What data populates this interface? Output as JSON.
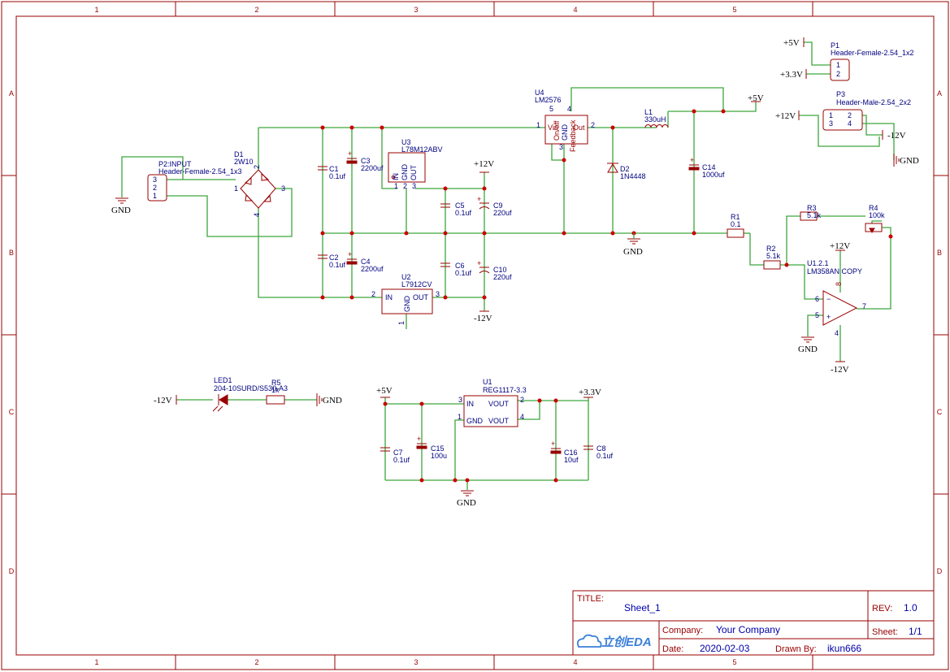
{
  "sheet": {
    "columns": [
      "1",
      "2",
      "3",
      "4",
      "5"
    ],
    "rows": [
      "A",
      "B",
      "C",
      "D"
    ]
  },
  "title_block": {
    "title_label": "TITLE:",
    "title_value": "Sheet_1",
    "rev_label": "REV:",
    "rev_value": "1.0",
    "company_label": "Company:",
    "company_value": "Your Company",
    "sheet_label": "Sheet:",
    "sheet_value": "1/1",
    "date_label": "Date:",
    "date_value": "2020-02-03",
    "drawn_label": "Drawn By:",
    "drawn_value": "ikun666",
    "logo_text": "立创EDA"
  },
  "components": {
    "p1": {
      "ref": "P1",
      "value": "Header-Female-2.54_1x2",
      "pins": [
        "1",
        "2"
      ]
    },
    "p2": {
      "ref": "P2:INPUT",
      "value": "Header-Female-2.54_1x3",
      "pins": [
        "3",
        "2",
        "1"
      ]
    },
    "p3": {
      "ref": "P3",
      "value": "Header-Male-2.54_2x2",
      "pins": [
        "1",
        "2",
        "3",
        "4"
      ]
    },
    "d1": {
      "ref": "D1",
      "value": "2W10",
      "pins": [
        "1",
        "2",
        "3",
        "4"
      ]
    },
    "c1": {
      "ref": "C1",
      "value": "0.1uf"
    },
    "c2": {
      "ref": "C2",
      "value": "0.1uf"
    },
    "c3": {
      "ref": "C3",
      "value": "2200uf"
    },
    "c4": {
      "ref": "C4",
      "value": "2200uf"
    },
    "c5": {
      "ref": "C5",
      "value": "0.1uf"
    },
    "c6": {
      "ref": "C6",
      "value": "0.1uf"
    },
    "c7": {
      "ref": "C7",
      "value": "0.1uf"
    },
    "c8": {
      "ref": "C8",
      "value": "0.1uf"
    },
    "c9": {
      "ref": "C9",
      "value": "220uf"
    },
    "c10": {
      "ref": "C10",
      "value": "220uf"
    },
    "c14": {
      "ref": "C14",
      "value": "1000uf"
    },
    "c15": {
      "ref": "C15",
      "value": "100u"
    },
    "c16": {
      "ref": "C16",
      "value": "10uf"
    },
    "u2": {
      "ref": "U2",
      "value": "L7912CV",
      "in": "IN",
      "gnd": "GND",
      "out": "OUT",
      "pin_in": "2",
      "pin_gnd": "1",
      "pin_out": "3"
    },
    "u3": {
      "ref": "U3",
      "value": "L78M12ABV",
      "in": "IN",
      "gnd": "GND",
      "out": "OUT",
      "pin_in": "1",
      "pin_gnd": "2",
      "pin_out": "3"
    },
    "u4": {
      "ref": "U4",
      "value": "LM2576",
      "vin": "Vin",
      "onoff": "On/off",
      "gnd": "GND",
      "feedback": "Feedback",
      "out": "Out",
      "pins": [
        "1",
        "5",
        "3",
        "4",
        "2"
      ]
    },
    "u1": {
      "ref": "U1",
      "value": "REG1117-3.3",
      "in": "IN",
      "gnd": "GND",
      "vout1": "VOUT",
      "vout2": "VOUT",
      "pins": [
        "3",
        "1",
        "2",
        "4"
      ]
    },
    "u121": {
      "ref": "U1.2.1",
      "value": "LM358AN COPY",
      "pins": [
        "6",
        "5",
        "7",
        "8",
        "4"
      ]
    },
    "l1": {
      "ref": "L1",
      "value": "330uH"
    },
    "d2": {
      "ref": "D2",
      "value": "1N4448"
    },
    "r1": {
      "ref": "R1",
      "value": "0.1"
    },
    "r2": {
      "ref": "R2",
      "value": "5.1k"
    },
    "r3": {
      "ref": "R3",
      "value": "5.1k"
    },
    "r4": {
      "ref": "R4",
      "value": "100k"
    },
    "r5": {
      "ref": "R5",
      "value": "1k"
    },
    "led1": {
      "ref": "LED1",
      "value": "204-10SURD/S530-A3"
    }
  },
  "nets": {
    "p5v": "+5V",
    "p33v": "+3.3V",
    "p12v": "+12V",
    "m12v": "-12V",
    "gnd": "GND"
  },
  "colors": {
    "frame": "#990000",
    "wire": "#3da63d",
    "junction": "#cc0000",
    "designator": "#000080",
    "title_value": "#0000aa"
  }
}
